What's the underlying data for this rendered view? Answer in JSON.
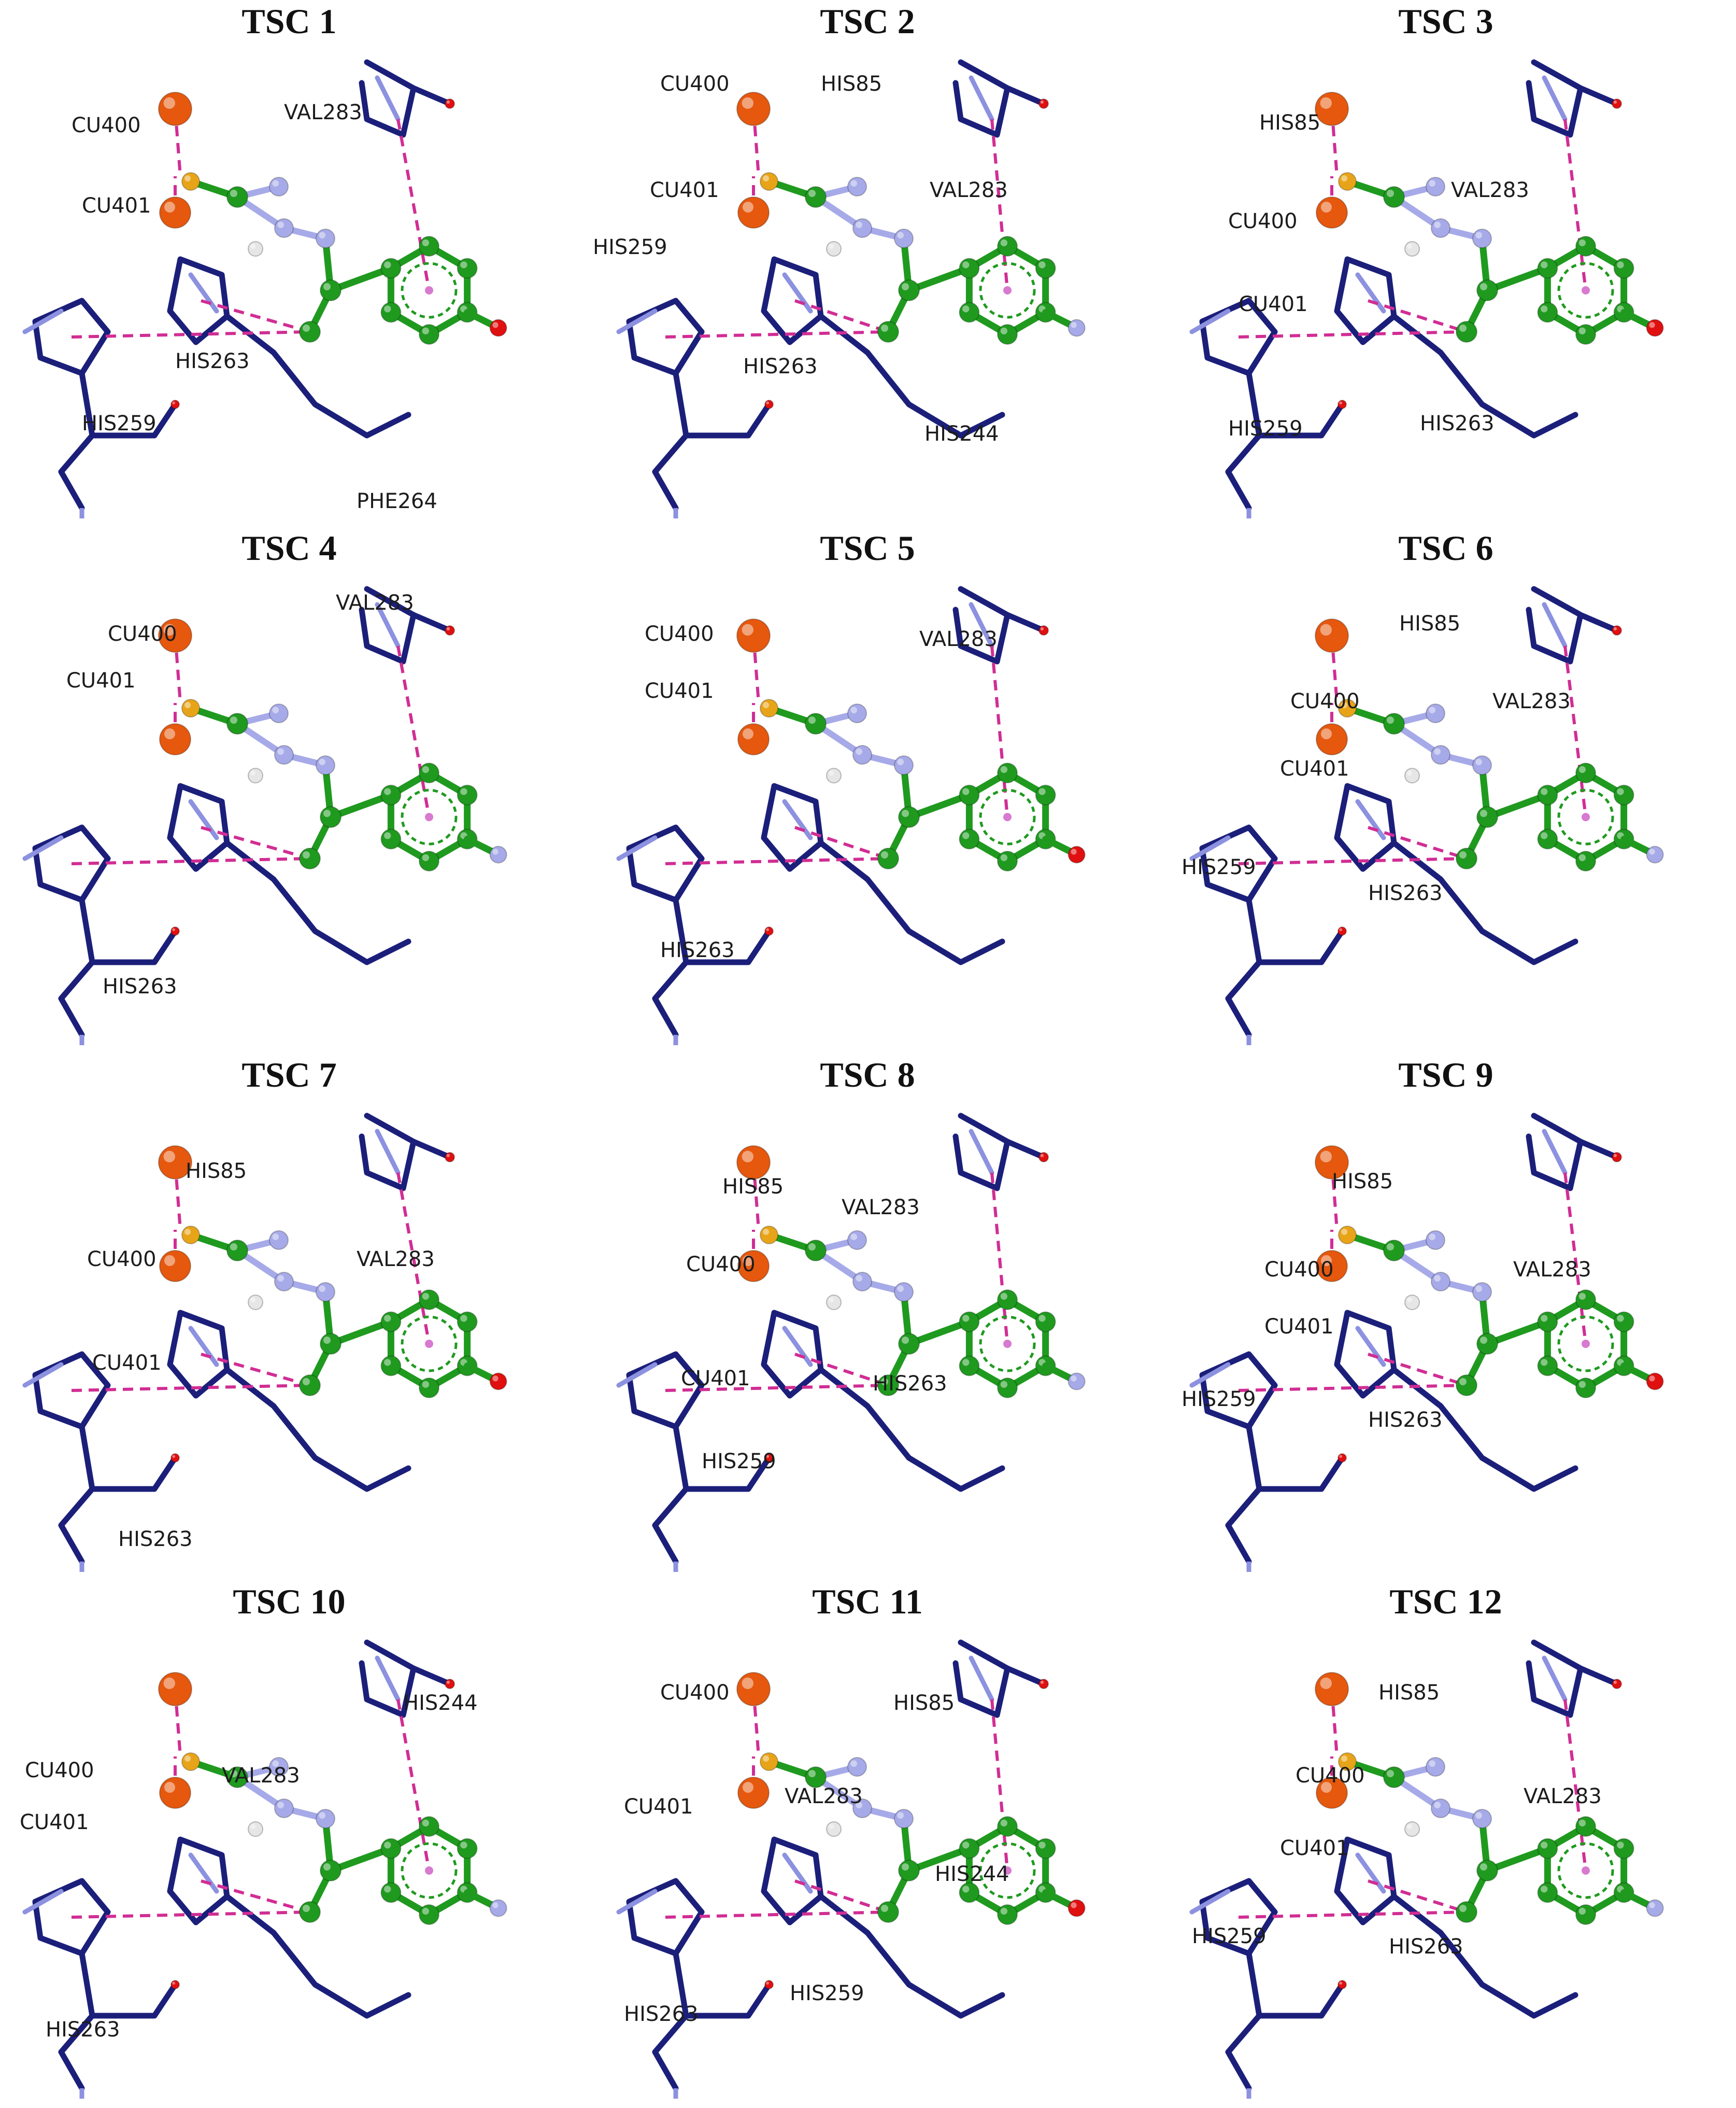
{
  "colors": {
    "residue": "#1b1f7a",
    "residue_light": "#8c91e0",
    "carbon": "#1f9a1f",
    "nitrogen": "#a7aae8",
    "sulfur": "#e8a418",
    "oxygen": "#e01010",
    "hydrogen": "#e6e6e6",
    "copper": "#e5580e",
    "interaction": "#d12d94"
  },
  "panels": [
    {
      "title": "TSC 1",
      "sub": "para",
      "labels": [
        "CU400",
        "CU401",
        "VAL283",
        "HIS263",
        "HIS259",
        "PHE264"
      ]
    },
    {
      "title": "TSC 2",
      "sub": "ortho-me",
      "labels": [
        "CU400",
        "HIS85",
        "CU401",
        "VAL283",
        "HIS259",
        "HIS263",
        "HIS244"
      ]
    },
    {
      "title": "TSC 3",
      "sub": "para",
      "labels": [
        "HIS85",
        "VAL283",
        "CU400",
        "CU401",
        "HIS259",
        "HIS263"
      ]
    },
    {
      "title": "TSC 4",
      "sub": "ortho",
      "labels": [
        "CU400",
        "VAL283",
        "CU401",
        "HIS263"
      ]
    },
    {
      "title": "TSC 5",
      "sub": "para",
      "labels": [
        "CU400",
        "VAL283",
        "CU401",
        "HIS263"
      ]
    },
    {
      "title": "TSC 6",
      "sub": "para",
      "labels": [
        "HIS85",
        "CU400",
        "VAL283",
        "CU401",
        "HIS259",
        "HIS263"
      ]
    },
    {
      "title": "TSC 7",
      "sub": "ortho",
      "labels": [
        "HIS85",
        "CU400",
        "VAL283",
        "CU401",
        "HIS263"
      ]
    },
    {
      "title": "TSC 8",
      "sub": "meta",
      "labels": [
        "HIS85",
        "VAL283",
        "CU400",
        "CU401",
        "HIS263",
        "HIS259"
      ]
    },
    {
      "title": "TSC 9",
      "sub": "para",
      "labels": [
        "HIS85",
        "CU400",
        "VAL283",
        "CU401",
        "HIS259",
        "HIS263"
      ]
    },
    {
      "title": "TSC 10",
      "sub": "ortho",
      "labels": [
        "HIS244",
        "CU400",
        "VAL283",
        "CU401",
        "HIS263"
      ]
    },
    {
      "title": "TSC 11",
      "sub": "para",
      "labels": [
        "CU400",
        "HIS85",
        "CU401",
        "VAL283",
        "HIS244",
        "HIS263",
        "HIS259"
      ]
    },
    {
      "title": "TSC 12",
      "sub": "para",
      "labels": [
        "HIS85",
        "CU400",
        "VAL283",
        "CU401",
        "HIS259",
        "HIS263"
      ]
    }
  ]
}
